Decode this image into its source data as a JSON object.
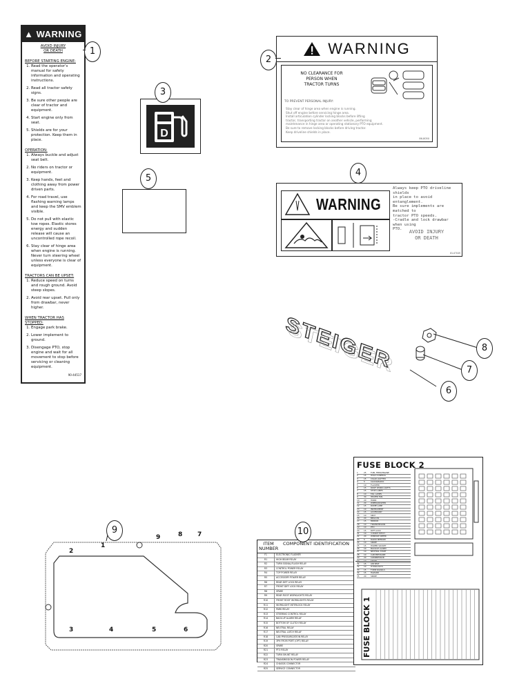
{
  "decal1": {
    "header": "WARNING",
    "subheader": [
      "AVOID INJURY",
      "OR DEATH"
    ],
    "before_title": "BEFORE STARTING ENGINE:",
    "before_items": [
      "Read the operator's manual for safety information and operating instructions.",
      "Read all tractor safety signs.",
      "Be sure other people are clear of tractor and equipment.",
      "Start engine only from seat.",
      "Shields are for your protection. Keep them in place."
    ],
    "operation_title": "OPERATION:",
    "operation_items": [
      "Always buckle and adjust seat belt.",
      "No riders on tractor or equipment.",
      "Keep hands, feet and clothing away from power driven parts.",
      "For road travel, use flashing warning lamps and keep the SMV emblem visible.",
      "Do not pull with elastic tow ropes. Elastic stores energy and sudden release will cause an uncontrolled rope recoil.",
      "Stay clear of hinge area when engine is running. Never turn steering wheel unless everyone is clear of equipment."
    ],
    "upset_title": "TRACTORS CAN BE UPSET:",
    "upset_items": [
      "Reduce speed on turns and rough ground. Avoid steep slopes.",
      "Avoid rear upset. Pull only from drawbar, never higher."
    ],
    "stopped_title": "WHEN TRACTOR HAS STOPPED:",
    "stopped_items": [
      "Engage park brake.",
      "Lower implement to ground.",
      "Disengage PTO, stop engine and wait for all movement to stop before servicing or cleaning equipment."
    ],
    "code": "90-44517"
  },
  "decal2": {
    "title": "WARNING",
    "no_clearance": [
      "NO CLEARANCE FOR",
      "PERSON WHEN",
      "TRACTOR TURNS"
    ],
    "prevent": "TO PREVENT PERSONAL INJURY:",
    "lines": [
      "Stay clear of hinge area when engine is running.",
      "Shut off engine before servicing hinge area.",
      "Install articulation cylinder locking blocks before lifting",
      "tractor, transporting tractor on another vehicle, performing",
      "maintenance in hinge area or operating stationary PTO equipment.",
      "Be sure to remove locking blocks before driving tractor.",
      "Keep driveline shields in place."
    ],
    "code": "86-8050"
  },
  "decal3": {
    "letter": "D"
  },
  "decal4": {
    "title": "WARNING",
    "text": [
      "Always keep PTO driveline shields",
      "in place to avoid entanglement.",
      "Be sure implements are matched to",
      "tractor PTO speeds.",
      "-Cradle and lock drawbar when using",
      "PTO."
    ],
    "avoid": [
      "AVOID INJURY",
      "OR DEATH"
    ],
    "code": "81-67049"
  },
  "decal6": {
    "word": "STEIGER"
  },
  "callouts": [
    {
      "label": "1"
    },
    {
      "label": "2"
    },
    {
      "label": "3"
    },
    {
      "label": "4"
    },
    {
      "label": "5"
    },
    {
      "label": "6"
    },
    {
      "label": "7"
    },
    {
      "label": "8"
    },
    {
      "label": "9"
    },
    {
      "label": "10"
    }
  ],
  "decal9": {
    "numbers": [
      "1",
      "2",
      "3",
      "4",
      "5",
      "6",
      "7",
      "8",
      "9"
    ]
  },
  "decal10": {
    "headers": [
      "ITEM NUMBER",
      "COMPONENT IDENTIFICATION"
    ],
    "rows": [
      [
        "F1",
        "ELECTRONIC FLASHER"
      ],
      [
        "R1",
        "HIGH BEAM RELAY"
      ],
      [
        "R2",
        "TURN SIGNAL/FLASH RELAY"
      ],
      [
        "R3",
        "CONTROL POWER RELAY"
      ],
      [
        "R4",
        "TOP POWER RELAY"
      ],
      [
        "R5",
        "ACCESSORY POWER RELAY"
      ],
      [
        "R6",
        "REAR DIFF LOCK RELAY"
      ],
      [
        "R7",
        "FRONT DIFF LOCK RELAY"
      ],
      [
        "R8",
        "SPARE"
      ],
      [
        "R9",
        "REAR ROOF WORKLIGHTS RELAY"
      ],
      [
        "R10",
        "FRONT ROOF WORKLIGHTS RELAY"
      ],
      [
        "R11",
        "WORKLIGHT INTERLOCK RELAY"
      ],
      [
        "R12",
        "PARK RELAY"
      ],
      [
        "R13",
        "STEERING CONTROL RELAY"
      ],
      [
        "R14",
        "BACK-UP ALARM RELAY"
      ],
      [
        "R15",
        "BOTTOM OF CLUTCH RELAY"
      ],
      [
        "R16",
        "NEUTRAL RELAY"
      ],
      [
        "R17",
        "NEUTRAL LATCH RELAY"
      ],
      [
        "R18",
        "CAB PRESSURIZATION RELAY"
      ],
      [
        "R19",
        "3PH FROM PORT (OPT) RELAY"
      ],
      [
        "R20",
        "SPARE"
      ],
      [
        "R21",
        "PTO RELAY"
      ],
      [
        "R22",
        "TURN SHUNT RELAY"
      ],
      [
        "R23",
        "TRANSMISSION POWER RELAY"
      ],
      [
        "R24",
        "CHASSIS CONNECTOR"
      ],
      [
        "R25",
        "SERVICE CONNECTOR"
      ]
    ]
  },
  "fuse_block": {
    "title2": "FUSE BLOCK 2",
    "title1": "FUSE BLOCK 1",
    "rows2": [
      [
        "1",
        "25",
        "FUEL FEED/ENGINE"
      ],
      [
        "2",
        "15",
        "HVAC CONTROL"
      ],
      [
        "3",
        "15",
        "CIGAR LIGHTER"
      ],
      [
        "4",
        "5",
        "CLOCK/RADIO"
      ],
      [
        "5",
        "10",
        "FLASHER"
      ],
      [
        "6",
        "15",
        "ROOF WORK LIGHTS"
      ],
      [
        "7",
        "15",
        "STOP LAMPS"
      ],
      [
        "8",
        "10",
        "TAIL LAMPS"
      ],
      [
        "9",
        "30",
        "HEATER FAN"
      ],
      [
        "10",
        "20",
        "HORN"
      ],
      [
        "11",
        "20",
        "WIPER/WASHER"
      ],
      [
        "12",
        "15",
        "DOME LAMP"
      ],
      [
        "13",
        "10",
        "INSTRUMENT"
      ],
      [
        "14",
        "15",
        "ACCESSORY"
      ],
      [
        "15",
        "10",
        "SEAT"
      ],
      [
        "16",
        "20",
        "BEACON"
      ],
      [
        "17",
        "15",
        "MIRROR"
      ],
      [
        "18",
        "10",
        "TRANSMISSION"
      ],
      [
        "19",
        "10",
        "PTO"
      ],
      [
        "20",
        "15",
        "DIFF LOCK"
      ],
      [
        "21",
        "10",
        "3 POINT HITCH"
      ],
      [
        "22",
        "20",
        "WINDOW WIPER"
      ],
      [
        "23",
        "5",
        "RADIO MEMORY"
      ],
      [
        "24",
        "10",
        "SPARE"
      ],
      [
        "25",
        "15",
        "POWER SOCKET"
      ],
      [
        "26",
        "10",
        "BACK-UP ALARM"
      ],
      [
        "27",
        "10",
        "NEUTRAL START"
      ],
      [
        "28",
        "10",
        "CAB PRESSURE"
      ],
      [
        "29",
        "20",
        "COMPRESSOR"
      ],
      [
        "30",
        "10",
        "SPARE"
      ],
      [
        "31",
        "15",
        "AIR SEAT"
      ],
      [
        "32",
        "10",
        "HYDRAULICS"
      ],
      [
        "33",
        "15",
        "TURN SIGNALS"
      ],
      [
        "34",
        "15",
        "HAZARD"
      ],
      [
        "35",
        "20",
        "SPARE"
      ]
    ]
  }
}
